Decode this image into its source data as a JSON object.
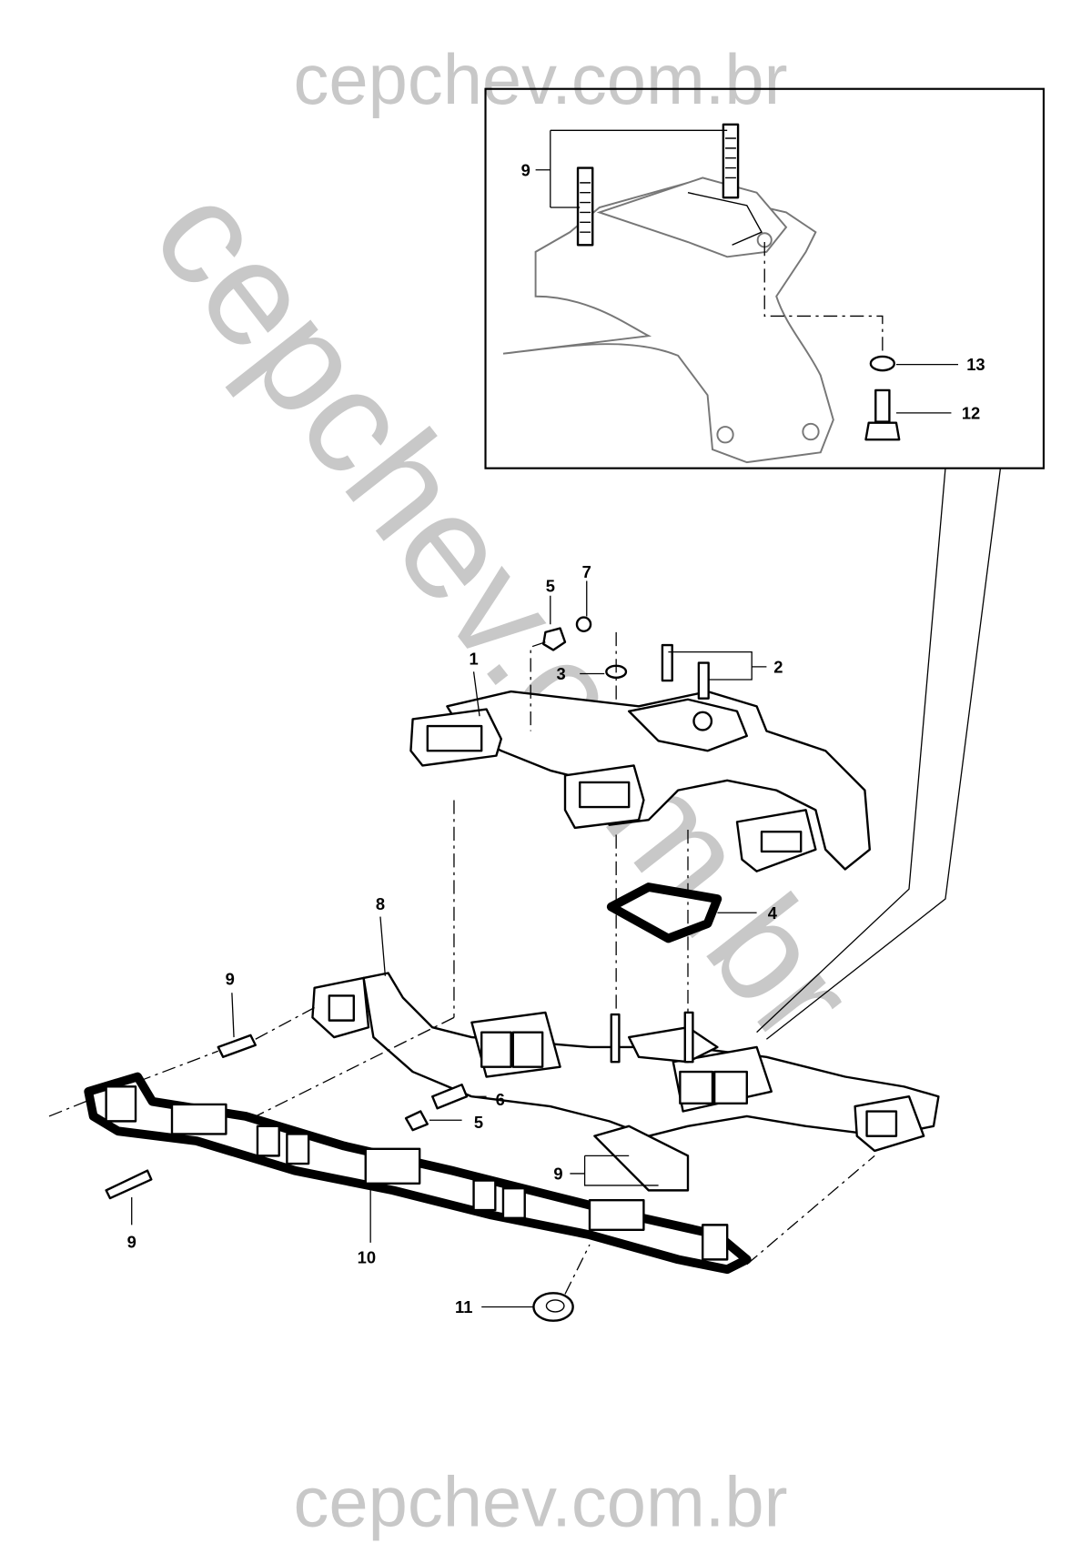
{
  "watermark": {
    "text": "cepchev.com.br"
  },
  "callouts": {
    "inset_9": "9",
    "inset_13": "13",
    "inset_12": "12",
    "c5_top": "5",
    "c7": "7",
    "c1": "1",
    "c3": "3",
    "c2": "2",
    "c4": "4",
    "c8": "8",
    "c9_left_upper": "9",
    "c6": "6",
    "c5_lower": "5",
    "c9_center": "9",
    "c9_left_lower": "9",
    "c10": "10",
    "c11": "11"
  }
}
